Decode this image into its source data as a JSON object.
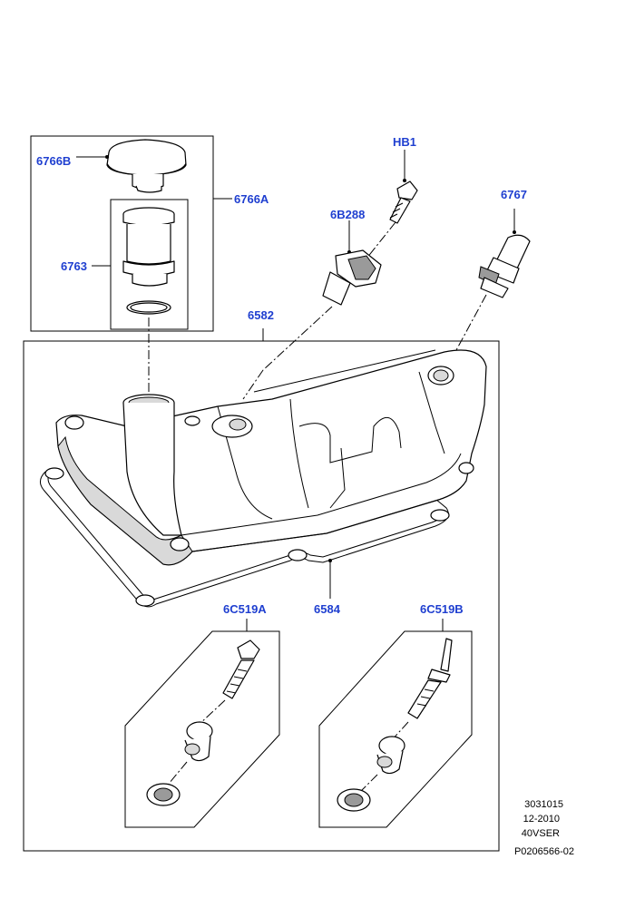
{
  "callouts": {
    "c6766B": "6766B",
    "c6766A": "6766A",
    "c6763": "6763",
    "cHB1": "HB1",
    "c6B288": "6B288",
    "c6767": "6767",
    "c6582": "6582",
    "c6584": "6584",
    "c6C519A": "6C519A",
    "c6C519B": "6C519B"
  },
  "reference": {
    "line1": "3031015",
    "line2": "12-2010",
    "line3": "40VSER",
    "line4": "P0206566-02"
  },
  "colors": {
    "callout": "#1f3fd0",
    "line": "#000000",
    "background": "#ffffff"
  }
}
